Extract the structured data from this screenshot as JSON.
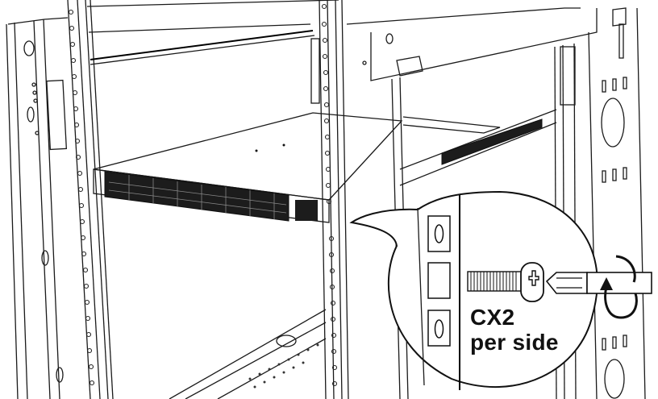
{
  "figure": {
    "subject": "1U network switch installed in 4-post rack on slide rails",
    "callout": {
      "quantity_label": "CX2",
      "per_label": "per side",
      "hardware": "phillips pan-head screw",
      "tool": "phillips-screwdriver",
      "action": "rotate-clockwise"
    },
    "colors": {
      "line": "#1a1a1a",
      "background": "#ffffff",
      "switch_face": "#1c1c1c"
    }
  }
}
